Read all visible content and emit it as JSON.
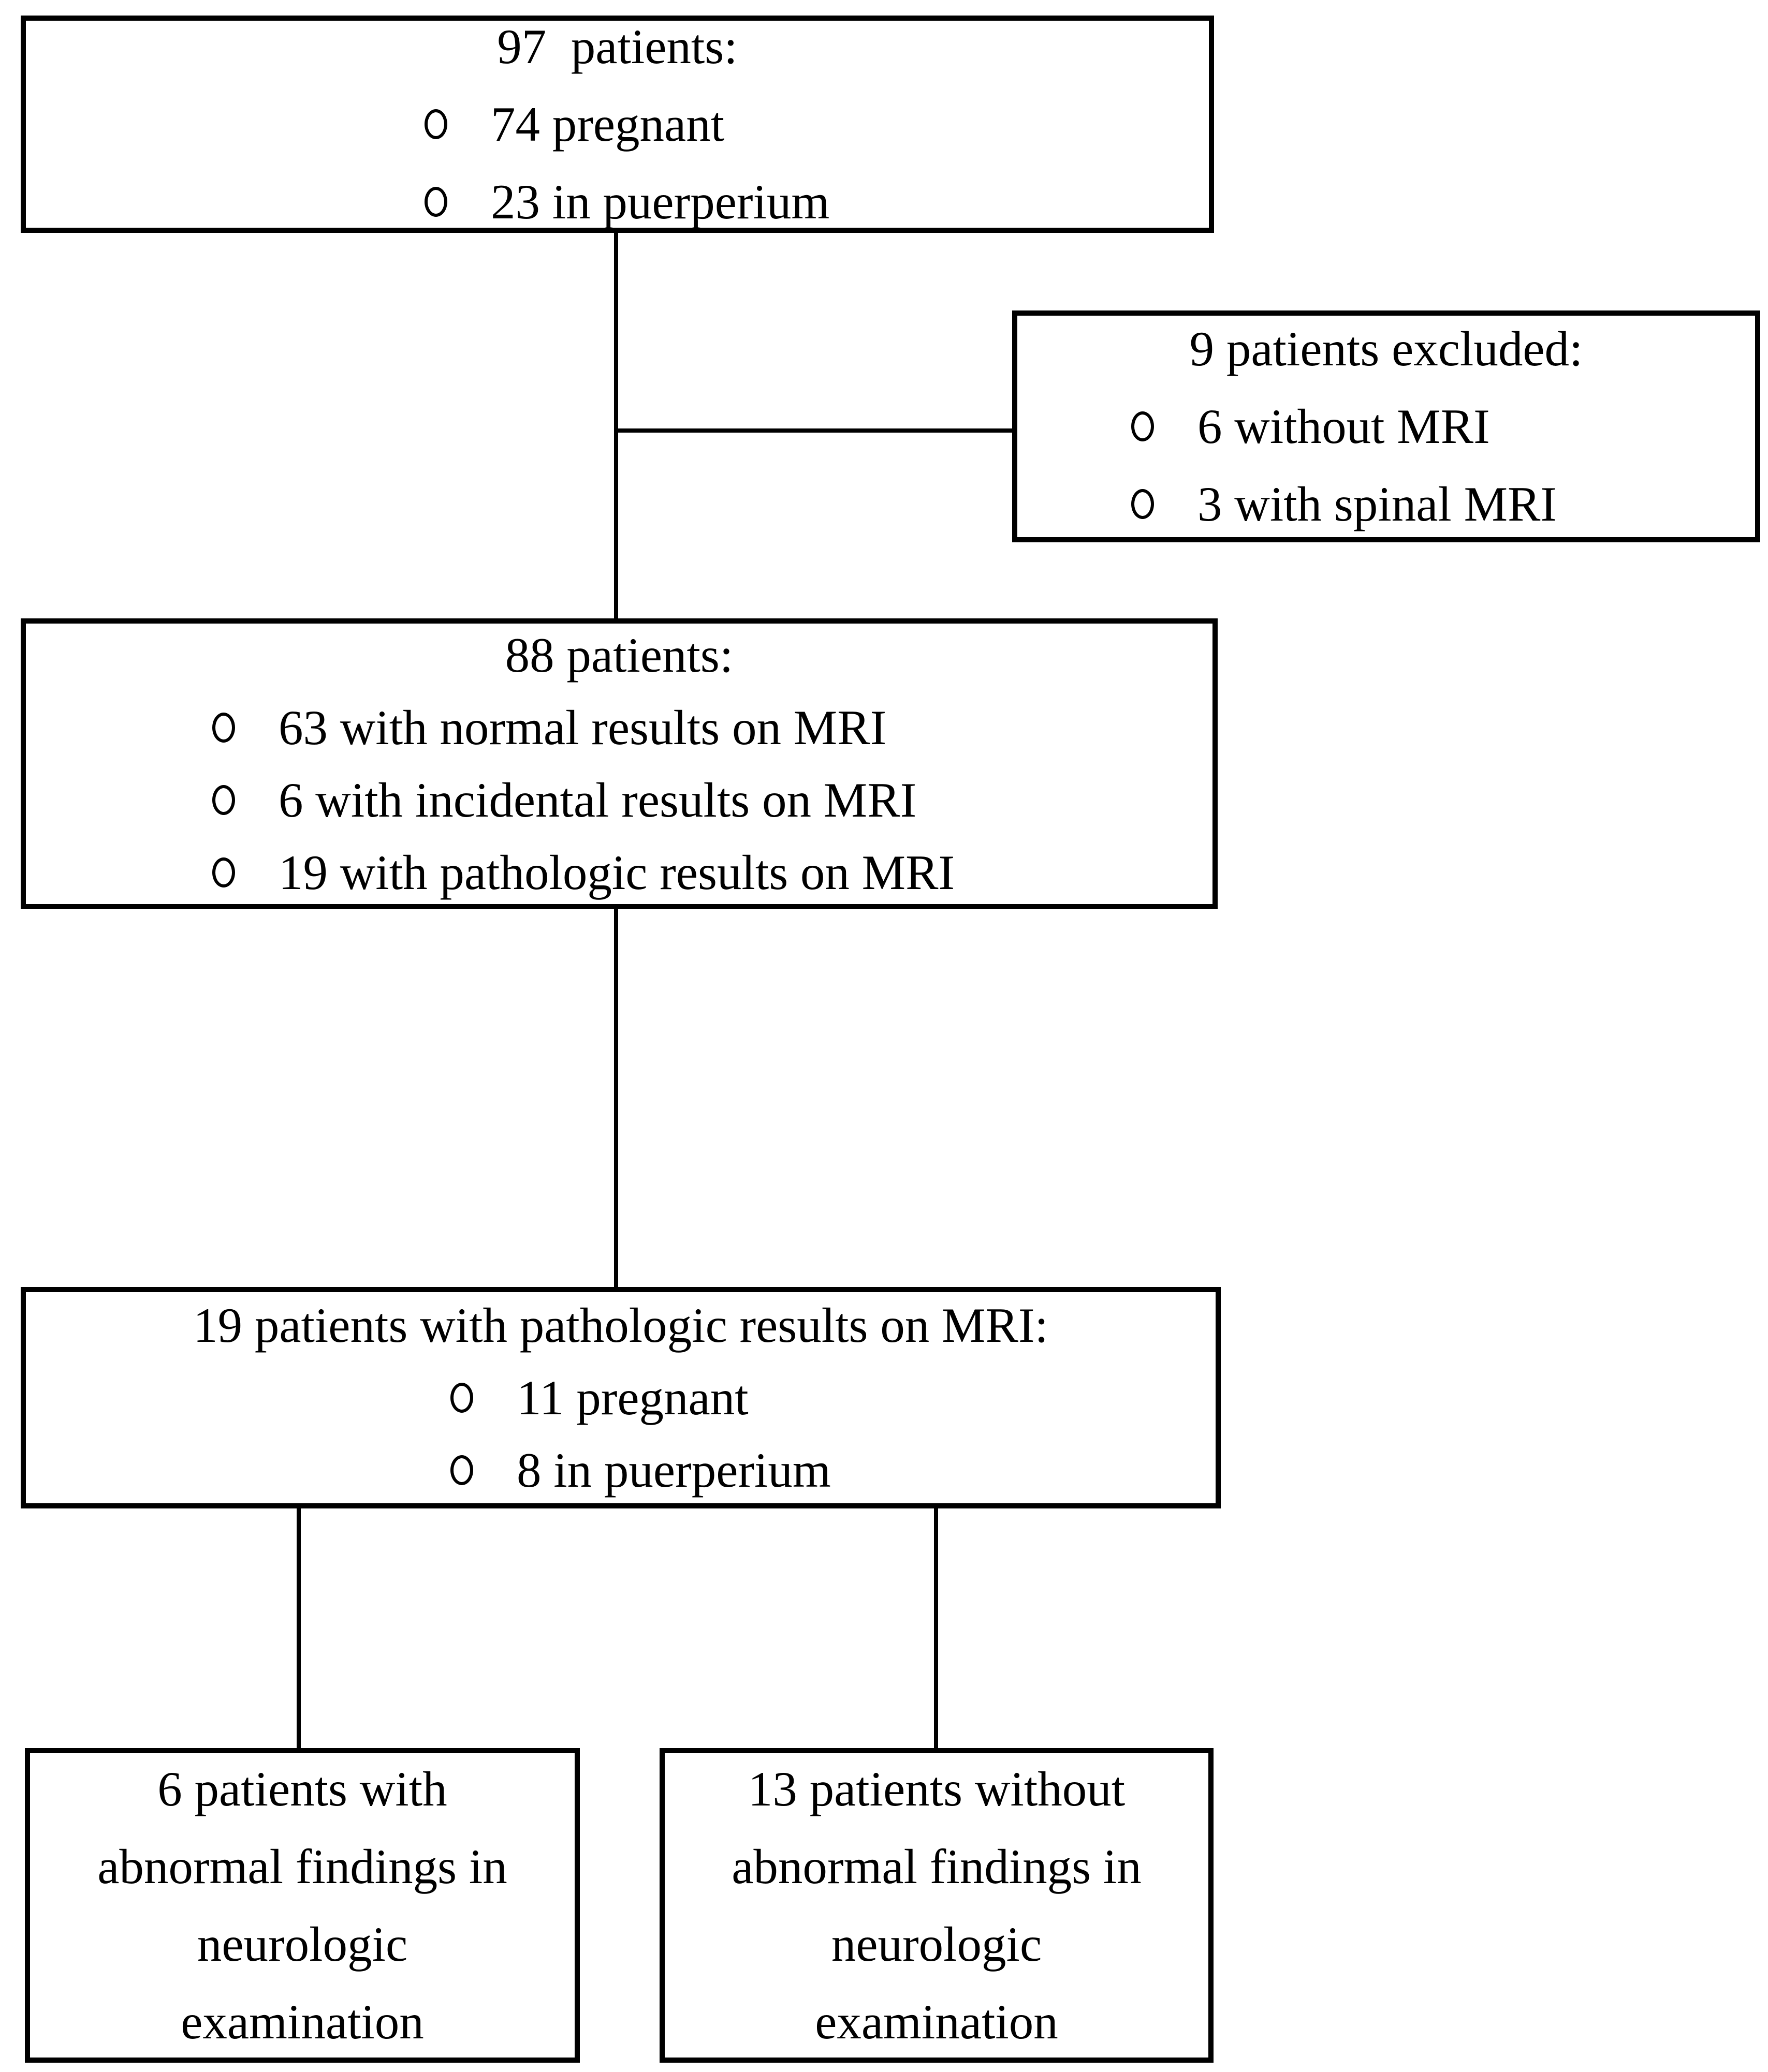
{
  "figure": {
    "type": "flowchart",
    "background_color": "#ffffff",
    "line_color": "#000000",
    "text_color": "#000000",
    "nodes": {
      "total": {
        "title": "97  patients:",
        "bullets": [
          "74 pregnant",
          "23 in puerperium"
        ]
      },
      "excluded": {
        "title": "9 patients excluded:",
        "bullets": [
          "6 without MRI",
          "3 with spinal MRI"
        ]
      },
      "mri": {
        "title": "88 patients:",
        "bullets": [
          "63 with normal results on MRI",
          "6 with incidental results on MRI",
          "19 with pathologic results on MRI"
        ]
      },
      "pathologic": {
        "title": "19 patients with pathologic results on MRI:",
        "bullets": [
          "11 pregnant",
          "8 in puerperium"
        ]
      },
      "abnormal_exam": {
        "lines": [
          "6 patients with",
          "abnormal findings in",
          "neurologic",
          "examination"
        ]
      },
      "normal_exam": {
        "lines": [
          "13 patients without",
          "abnormal findings in",
          "neurologic",
          "examination"
        ]
      }
    }
  }
}
